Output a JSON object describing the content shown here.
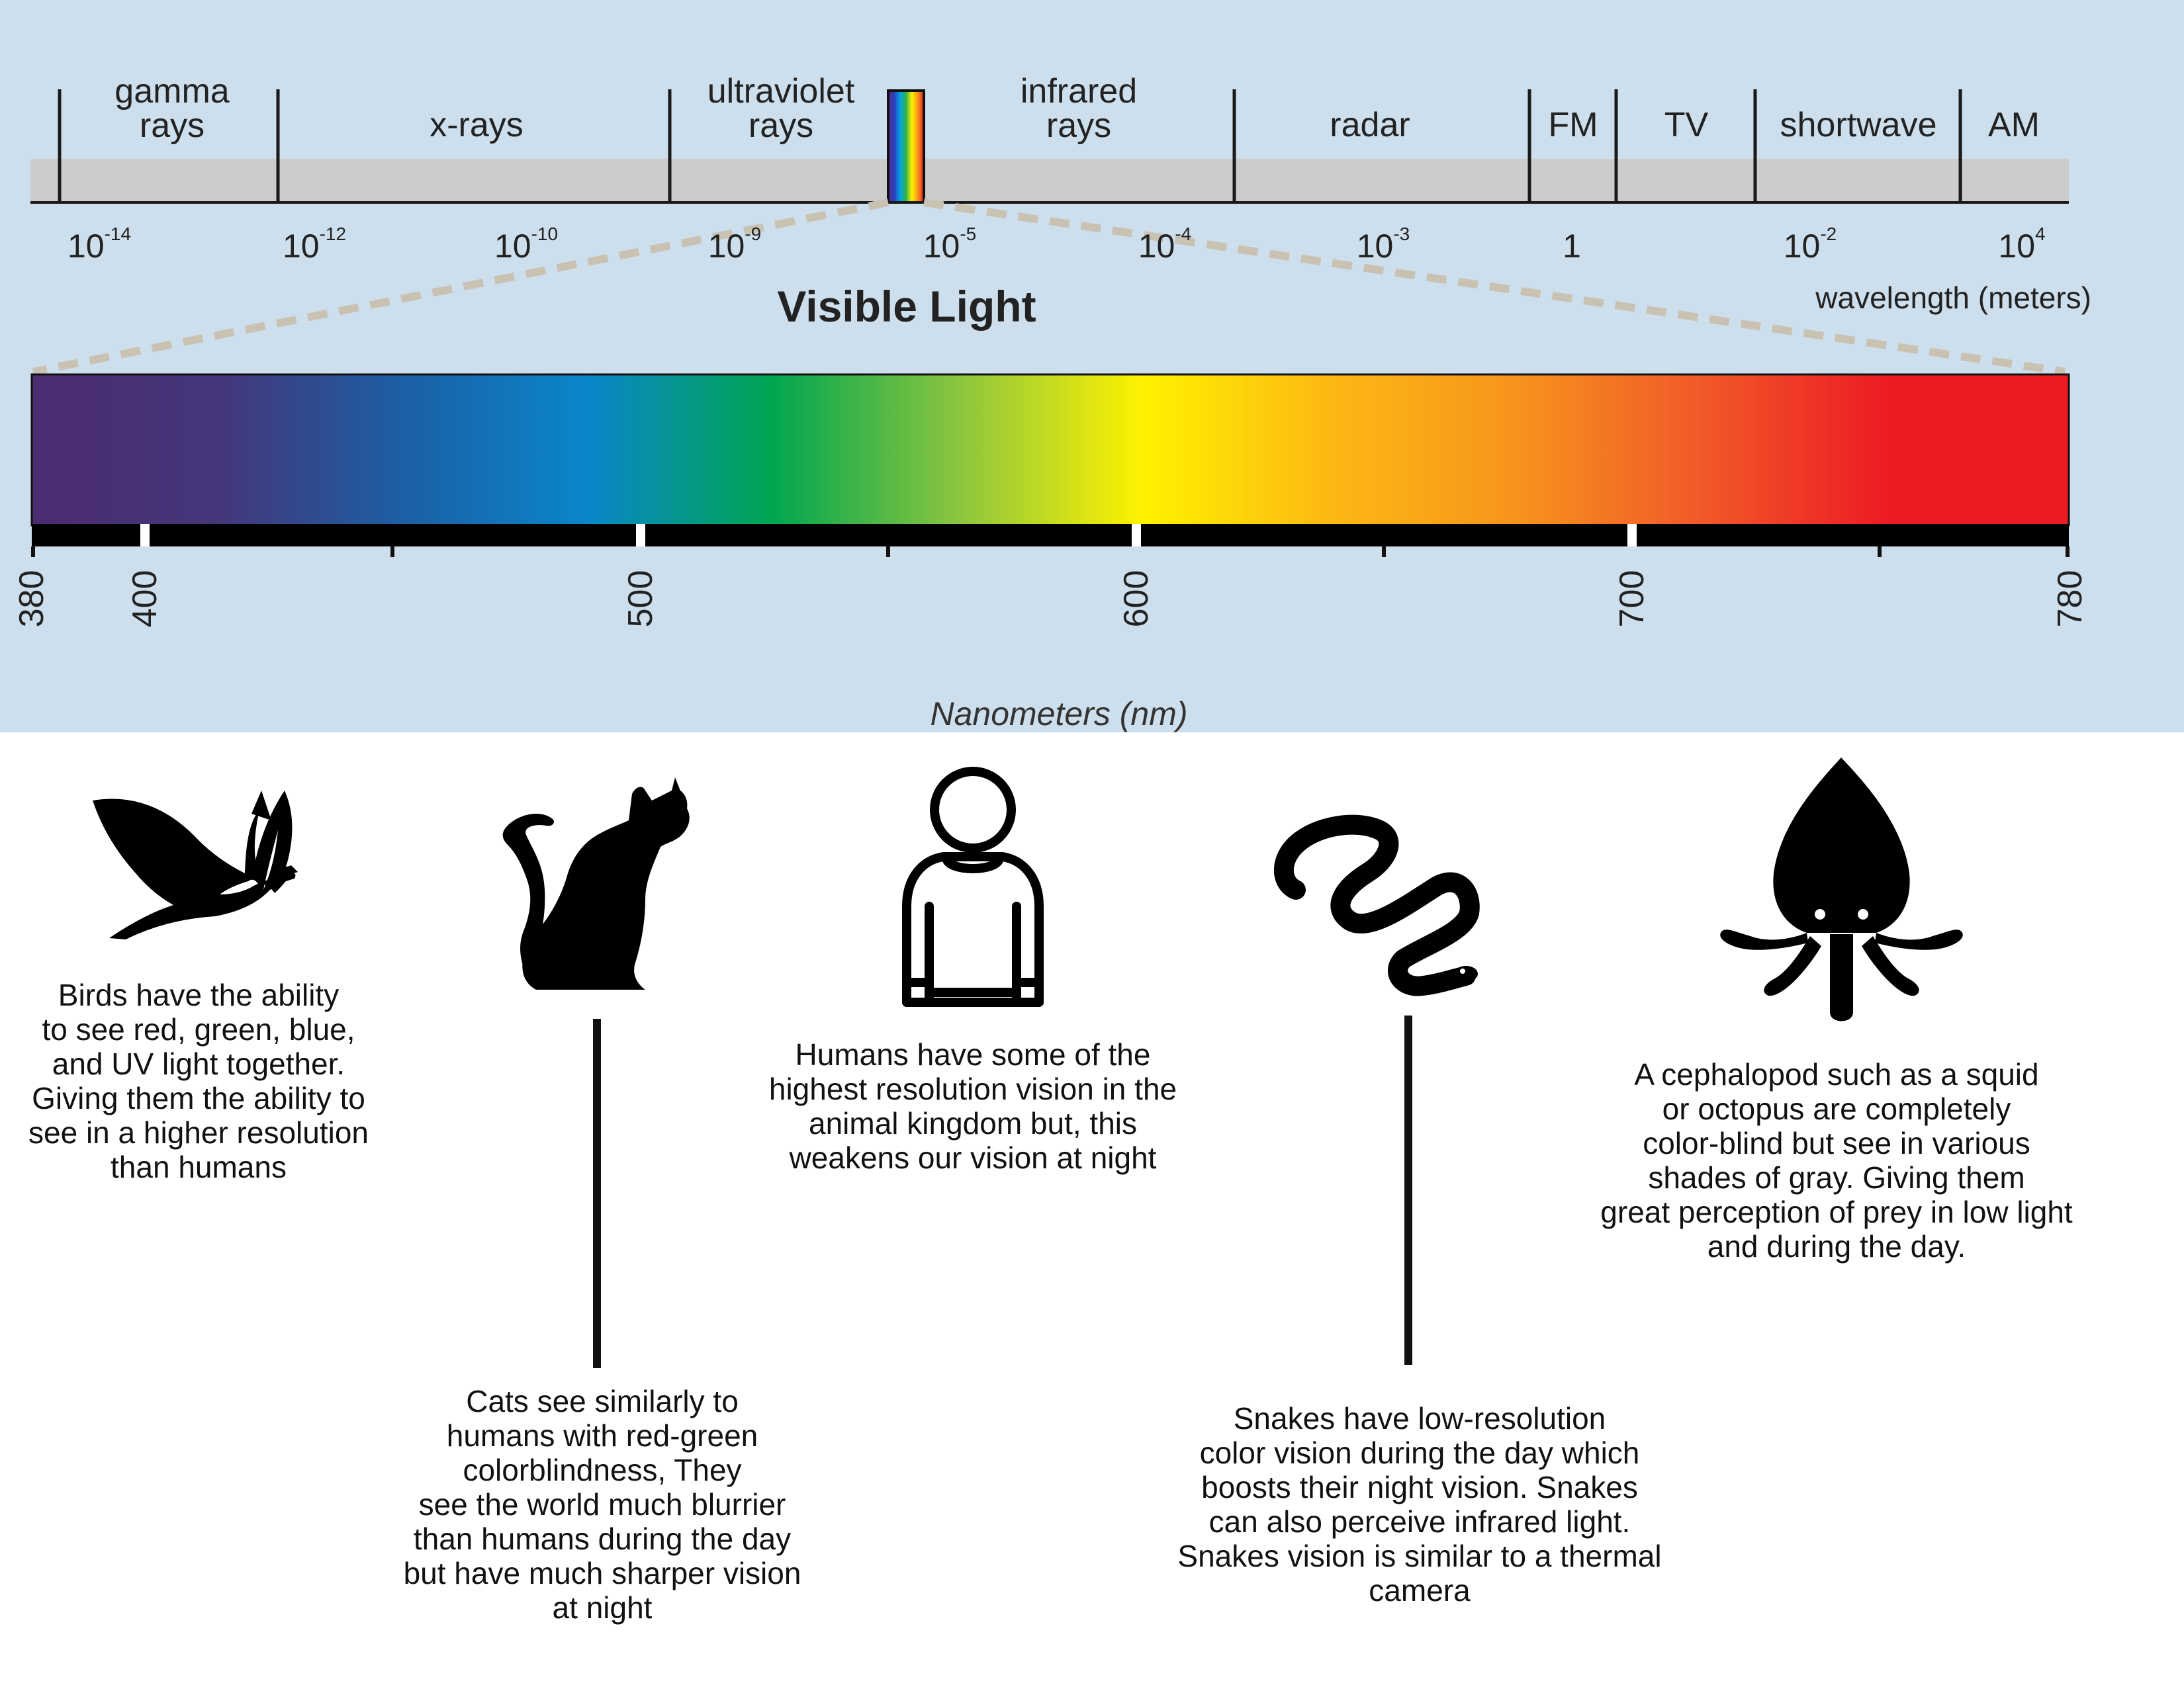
{
  "spectrum": {
    "bands": [
      "gamma\nrays",
      "x-rays",
      "ultraviolet\nrays",
      "infrared\nrays",
      "radar",
      "FM",
      "TV",
      "shortwave",
      "AM"
    ],
    "wavelengths": [
      {
        "base": "10",
        "exp": "-14"
      },
      {
        "base": "10",
        "exp": "-12"
      },
      {
        "base": "10",
        "exp": "-10"
      },
      {
        "base": "10",
        "exp": "-9"
      },
      {
        "base": "10",
        "exp": "-5"
      },
      {
        "base": "10",
        "exp": "-4"
      },
      {
        "base": "10",
        "exp": "-3"
      },
      {
        "base": "1",
        "exp": ""
      },
      {
        "base": "10",
        "exp": "-2"
      },
      {
        "base": "10",
        "exp": "4"
      }
    ],
    "wavelength_units": "wavelength (meters)"
  },
  "visible": {
    "title": "Visible Light",
    "nm_ticks": [
      "380",
      "400",
      "500",
      "600",
      "700",
      "780"
    ],
    "axis_label": "Nanometers (nm)",
    "gradient_colors": [
      "#4b2c6f",
      "#45367a",
      "#1c5fa4",
      "#0a86cb",
      "#00a650",
      "#8bc53f",
      "#fff200",
      "#fdb913",
      "#f7941d",
      "#f15a29",
      "#ed1c24",
      "#ed1c24"
    ]
  },
  "animals": {
    "bird": {
      "icon": "bird-icon",
      "text": "Birds have the ability\nto see red, green, blue,\nand UV light together.\nGiving them the ability to\nsee in a higher resolution\nthan humans"
    },
    "cat": {
      "icon": "cat-icon",
      "text": "Cats see similarly to\nhumans with  red-green\ncolorblindness,  They\nsee the world much blurrier\nthan humans during the day\nbut have much sharper vision\nat night"
    },
    "human": {
      "icon": "person-icon",
      "text": "Humans have some of the\nhighest resolution vision in the\nanimal kingdom but, this\nweakens our vision at night"
    },
    "snake": {
      "icon": "snake-icon",
      "text": "Snakes have low-resolution\ncolor vision during the day which\nboosts their night vision. Snakes\ncan also perceive infrared light.\nSnakes vision is similar to a thermal\ncamera"
    },
    "squid": {
      "icon": "squid-icon",
      "text": "A cephalopod such as a squid\nor octopus are completely\ncolor-blind but see in various\nshades of gray. Giving them\ngreat perception of prey in low light\nand during the day."
    }
  }
}
